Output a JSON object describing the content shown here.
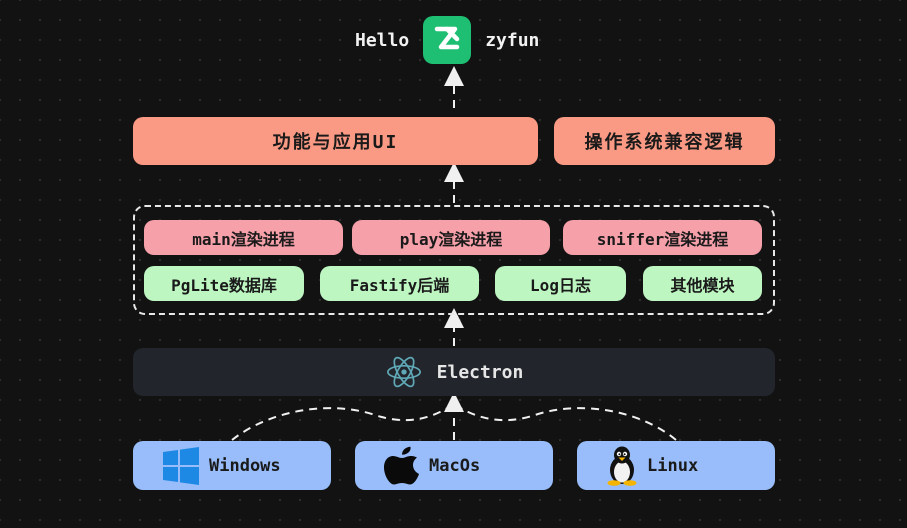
{
  "header": {
    "hello": "Hello",
    "brand": "zyfun",
    "logo_icon": "zy-logo-icon",
    "logo_color": "#1fbf73"
  },
  "top_row": {
    "app_ui": "功能与应用UI",
    "os_compat": "操作系统兼容逻辑"
  },
  "renderers": [
    "main渲染进程",
    "play渲染进程",
    "sniffer渲染进程"
  ],
  "modules": [
    "PgLite数据库",
    "Fastify后端",
    "Log日志",
    "其他模块"
  ],
  "electron": {
    "label": "Electron",
    "icon": "electron-atom-icon"
  },
  "platforms": [
    {
      "label": "Windows",
      "icon": "windows-logo-icon"
    },
    {
      "label": "MacOs",
      "icon": "apple-logo-icon"
    },
    {
      "label": "Linux",
      "icon": "linux-tux-icon"
    }
  ],
  "colors": {
    "salmon": "#fb9a84",
    "pink": "#f6a0aa",
    "green": "#bdf6c1",
    "blue": "#98bdfa",
    "electron_bar": "#22252c",
    "background": "#121212"
  }
}
